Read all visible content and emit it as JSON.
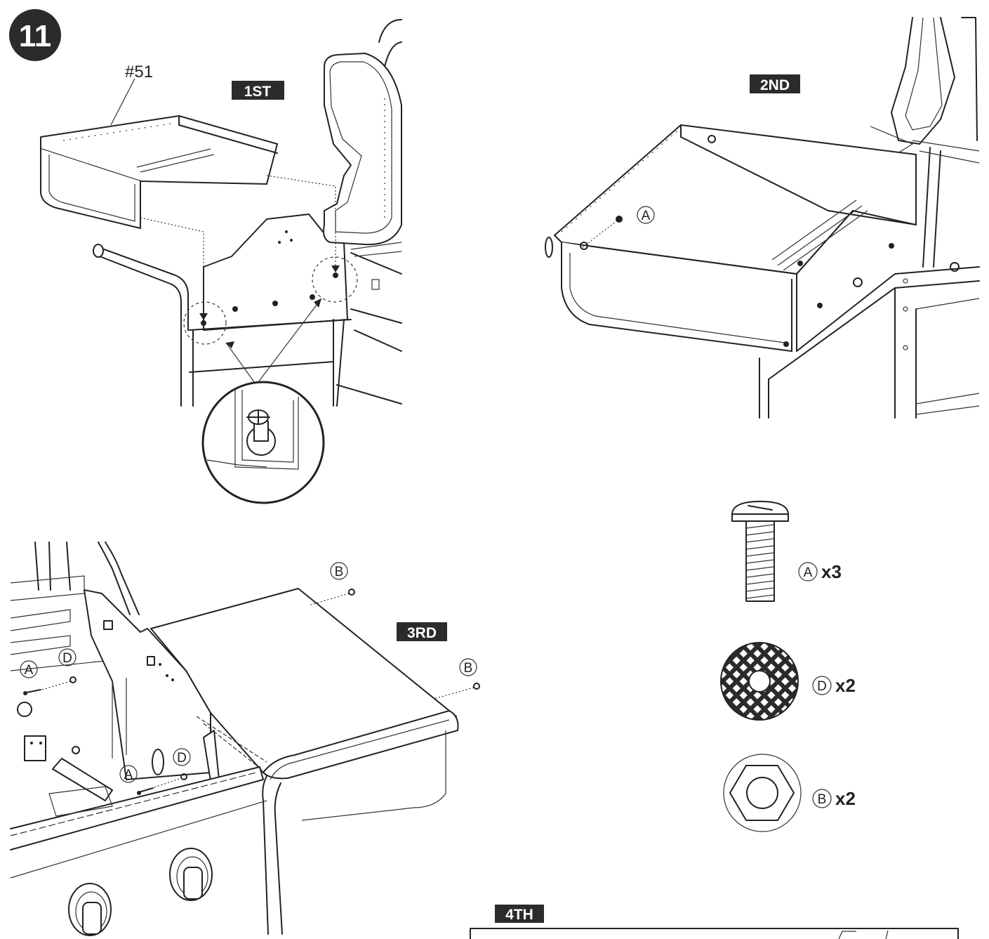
{
  "step": {
    "number": "11"
  },
  "panels": {
    "first": {
      "label": "1ST",
      "part_number": "#51"
    },
    "second": {
      "label": "2ND",
      "callout": "A"
    },
    "third": {
      "label": "3RD",
      "callouts": [
        "B",
        "B",
        "A",
        "D",
        "A",
        "D"
      ]
    },
    "fourth": {
      "label": "4TH"
    }
  },
  "hardware": [
    {
      "letter": "A",
      "qty": "x3",
      "icon": "screw-icon"
    },
    {
      "letter": "D",
      "qty": "x2",
      "icon": "washer-icon"
    },
    {
      "letter": "B",
      "qty": "x2",
      "icon": "hex-nut-icon"
    }
  ],
  "colors": {
    "ink": "#222222",
    "label_bg": "#2b2b2b",
    "paper": "#ffffff"
  }
}
